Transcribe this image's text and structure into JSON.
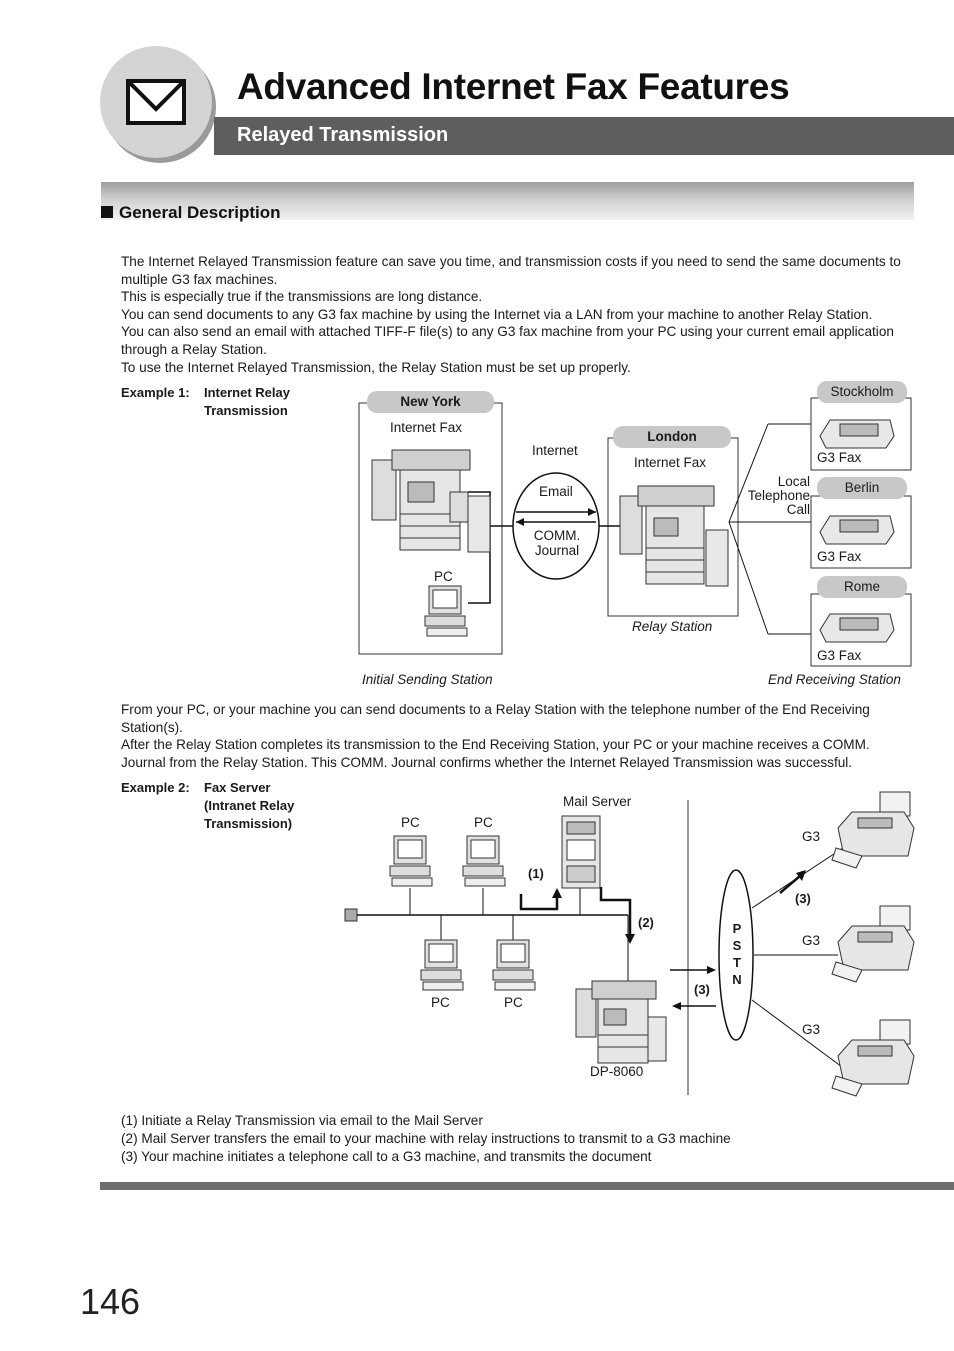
{
  "header": {
    "title": "Advanced Internet Fax Features",
    "subtitle": "Relayed Transmission",
    "icon": "envelope-icon"
  },
  "section": {
    "title": "General Description"
  },
  "intro": [
    "The Internet Relayed Transmission feature can save you time, and transmission costs if you need to send the same documents to multiple G3 fax machines.",
    "This is especially true if the transmissions are long distance.",
    "You can send documents to any G3 fax machine by using the Internet via a LAN from your machine to another Relay Station.",
    "You can also send an email with attached TIFF-F file(s) to any G3 fax machine from your PC using your current email application through a Relay Station.",
    "To use the Internet Relayed Transmission, the Relay Station must be set up properly."
  ],
  "example1": {
    "label_prefix": "Example 1:",
    "label_line1": "Internet Relay",
    "label_line2": "Transmission",
    "new_york": "New York",
    "london": "London",
    "internet_fax_1": "Internet Fax",
    "internet_fax_2": "Internet Fax",
    "internet": "Internet",
    "email": "Email",
    "comm_line1": "COMM.",
    "comm_line2": "Journal",
    "pc": "PC",
    "local_line1": "Local",
    "local_line2": "Telephone",
    "local_line3": "Call",
    "stockholm": "Stockholm",
    "berlin": "Berlin",
    "rome": "Rome",
    "g3fax_1": "G3 Fax",
    "g3fax_2": "G3 Fax",
    "g3fax_3": "G3 Fax",
    "relay_station": "Relay Station",
    "initial_station": "Initial Sending Station",
    "end_station": "End Receiving Station"
  },
  "middle": [
    "From your PC, or your machine you can send documents to a Relay Station with the telephone number of the End Receiving Station(s).",
    "After the Relay Station completes its transmission to the End Receiving Station, your PC or your machine receives a COMM. Journal from the Relay Station. This COMM. Journal confirms whether the Internet Relayed Transmission was successful."
  ],
  "example2": {
    "label_prefix": "Example 2:",
    "label_line1": "Fax Server",
    "label_line2": "(Intranet Relay",
    "label_line3": "Transmission)",
    "mail_server": "Mail Server",
    "pc_1": "PC",
    "pc_2": "PC",
    "pc_3": "PC",
    "pc_4": "PC",
    "step1": "(1)",
    "step2": "(2)",
    "step3a": "(3)",
    "step3b": "(3)",
    "pstn": [
      "P",
      "S",
      "T",
      "N"
    ],
    "g3_1": "G3",
    "g3_2": "G3",
    "g3_3": "G3",
    "dp": "DP-8060"
  },
  "steps": [
    "(1) Initiate a Relay Transmission via email to the Mail Server",
    "(2) Mail Server transfers the email to your machine with relay instructions to transmit to a G3 machine",
    "(3) Your machine initiates a telephone call to a G3 machine, and transmits the document"
  ],
  "page_number": "146"
}
